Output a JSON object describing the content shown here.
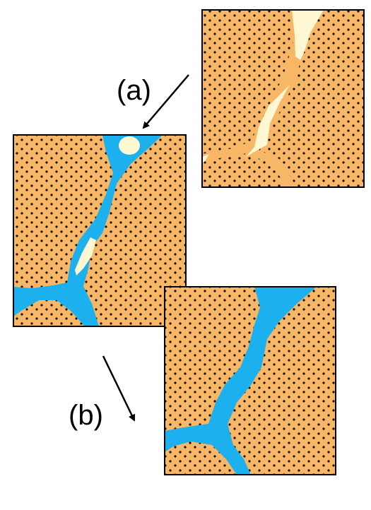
{
  "labels": {
    "a": "(a)",
    "b": "(b)"
  },
  "colors": {
    "grain": "#F7B766",
    "grain_dot": "#111111",
    "pore_air": "#FFF6D2",
    "pore_water": "#1CB0EE",
    "outline": "#000000"
  },
  "panels": [
    {
      "id": "top-right",
      "state": "dry"
    },
    {
      "id": "middle-left",
      "state": "partially-wetted"
    },
    {
      "id": "bottom-right",
      "state": "fully-wetted"
    }
  ]
}
